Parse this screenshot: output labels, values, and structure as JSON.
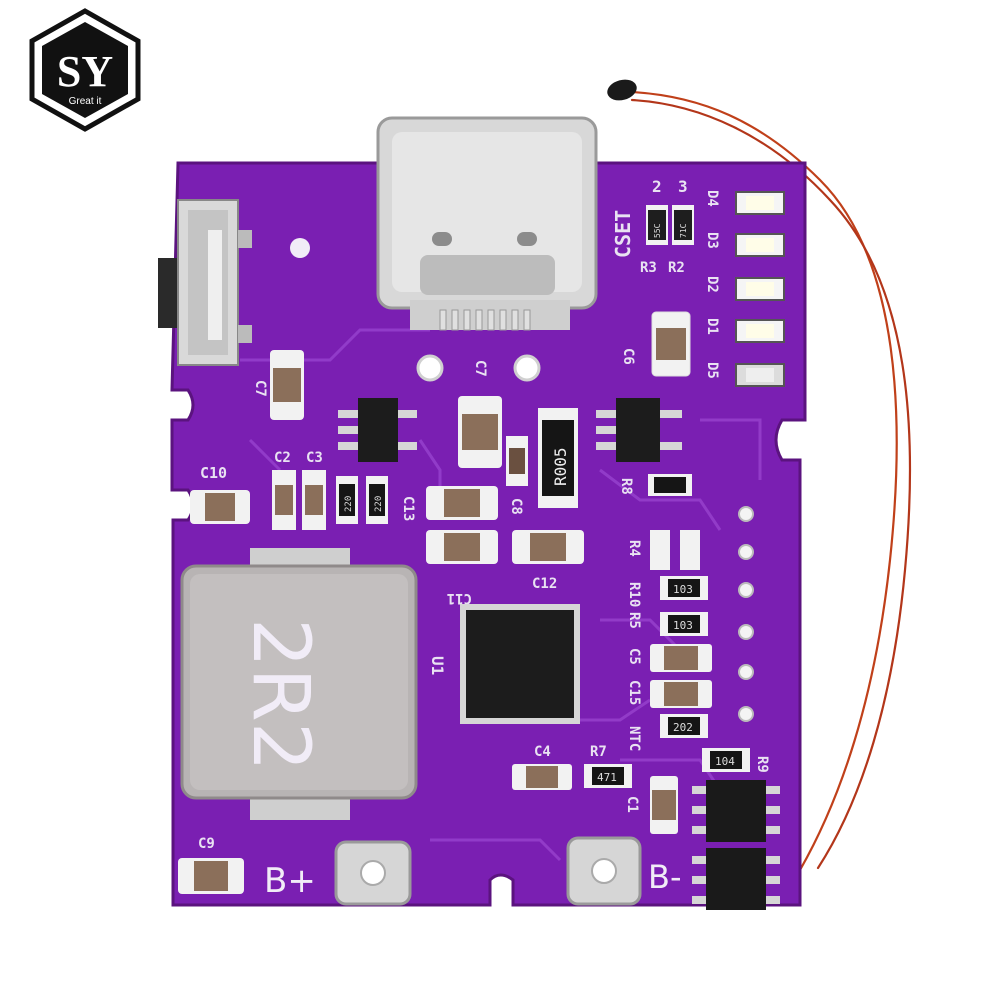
{
  "logo": {
    "monogram": "SY",
    "tagline": "Great it"
  },
  "board": {
    "inductor_marking": "2R2",
    "usb_connector": "USB Type-C",
    "silkscreen": {
      "cset": "CSET",
      "cset_2": "2",
      "cset_3": "3",
      "r3": "R3",
      "r2": "R2",
      "c7_left": "C7",
      "c7_mid": "C7",
      "c6": "C6",
      "c10": "C10",
      "c2": "C2",
      "c3": "C3",
      "c13": "C13",
      "c8": "C8",
      "c11": "C11",
      "c12": "C12",
      "r8": "R8",
      "r4": "R4",
      "r10": "R10",
      "r5": "R5",
      "c5": "C5",
      "c15": "C15",
      "u1": "U1",
      "ntc": "NTC",
      "c4": "C4",
      "r7": "R7",
      "c1": "C1",
      "r9": "R9",
      "c9": "C9",
      "b_plus": "B+",
      "b_minus": "B-",
      "d4": "D4",
      "d3": "D3",
      "d2": "D2",
      "d1": "D1",
      "d5": "D5"
    },
    "part_markings": {
      "r005": "R005",
      "cap_55c": "55C",
      "cap_71c": "71C",
      "r_103": "103",
      "r_103b": "103",
      "r_202": "202",
      "r_104": "104",
      "r_471": "471",
      "r_220a": "220",
      "r_220b": "220"
    }
  }
}
